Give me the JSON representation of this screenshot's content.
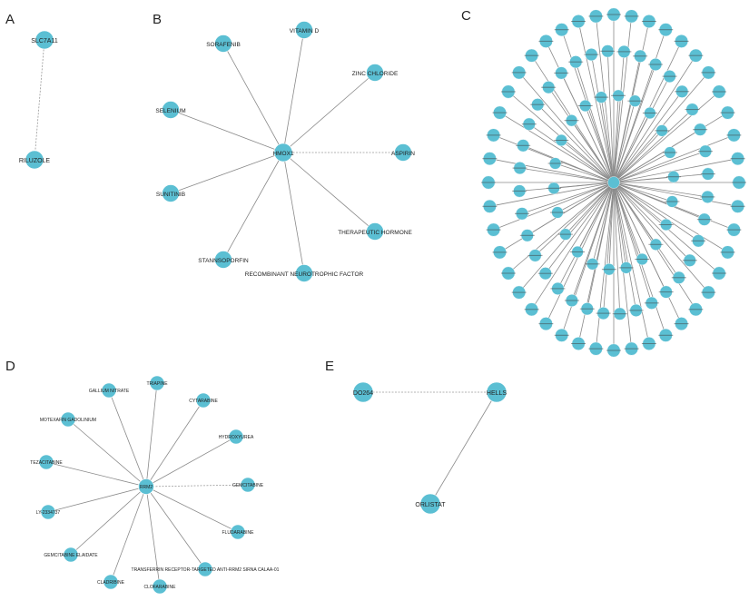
{
  "panels": {
    "A": {
      "letter": "A",
      "nodes": [
        "SLC7A11",
        "RILUZOLE"
      ]
    },
    "B": {
      "letter": "B",
      "hub": "HMOX1",
      "drugs": [
        "VITAMIN D",
        "SORAFENIB",
        "ZINC CHLORIDE",
        "SELENIUM",
        "ASPIRIN",
        "SUNITINIB",
        "THERAPEUTIC HORMONE",
        "STANNSOPORFIN",
        "RECOMBINANT NEUROTROPHIC FACTOR"
      ]
    },
    "C": {
      "letter": "C"
    },
    "D": {
      "letter": "D",
      "hub": "RRM2",
      "drugs": [
        "TRIAPINE",
        "GALLIUM NITRATE",
        "CYTARABINE",
        "MOTEXAFIN GADOLINIUM",
        "HYDROXYUREA",
        "TEZACITABINE",
        "GEMCITABINE",
        "LY-2334737",
        "FLUDARABINE",
        "GEMCITABINE ELAIDATE",
        "TRANSFERRIN RECEPTOR-TARGETED ANTI-RRM2 SIRNA CALAA-01",
        "CLADRIBINE",
        "CLOFARABINE"
      ]
    },
    "E": {
      "letter": "E",
      "nodes": [
        "DO264",
        "HELLS",
        "ORLISTAT"
      ]
    }
  },
  "colors": {
    "node": "#5bbfd3",
    "edge": "#8a8a8a",
    "text": "#222222"
  }
}
